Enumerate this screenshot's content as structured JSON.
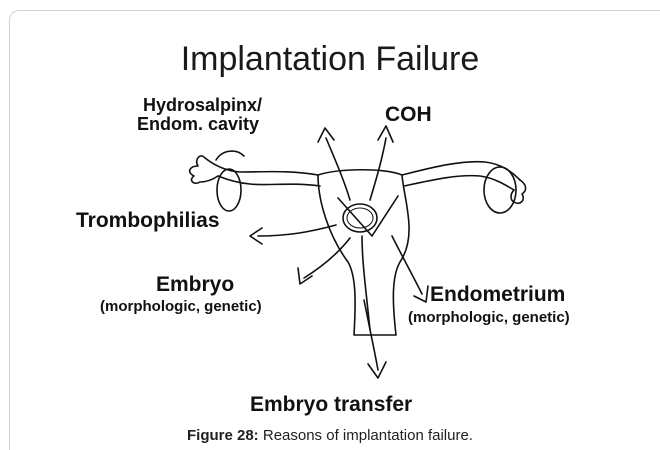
{
  "figure": {
    "title": "Implantation Failure",
    "labels": {
      "hydrosalpinx_line1": "Hydrosalpinx/",
      "hydrosalpinx_line2": "Endom. cavity",
      "coh": "COH",
      "trombophilias": "Trombophilias",
      "embryo": "Embryo",
      "embryo_sub": "(morphologic, genetic)",
      "endometrium": "Endometrium",
      "endometrium_sub": "(morphologic, genetic)",
      "embryo_transfer": "Embryo transfer"
    }
  },
  "caption": {
    "label": "Figure 28:",
    "text": " Reasons of implantation failure."
  }
}
